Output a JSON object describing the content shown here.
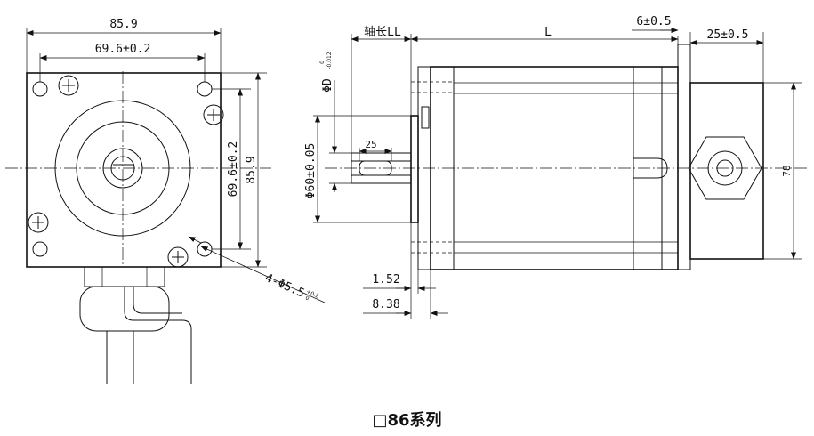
{
  "caption": "□86系列",
  "front_view": {
    "width": "85.9",
    "hole_spacing_h": "69.6±0.2",
    "hole_spacing_v": "69.6±0.2",
    "height": "85.9",
    "holes": "4-Φ5.5",
    "holes_tol_upper": "+0.2",
    "holes_tol_lower": "0"
  },
  "side_view": {
    "shaft_length": "轴长LL",
    "body_length": "L",
    "gap": "6±0.5",
    "rear_length": "25±0.5",
    "shaft_diameter": "ΦD",
    "shaft_tol_upper": "0",
    "shaft_tol_lower": "-0.012",
    "pilot_diameter": "Φ60±0.05",
    "key_length": "25",
    "flange_thickness": "1.52",
    "flange_offset": "8.38",
    "rear_height": "78"
  }
}
